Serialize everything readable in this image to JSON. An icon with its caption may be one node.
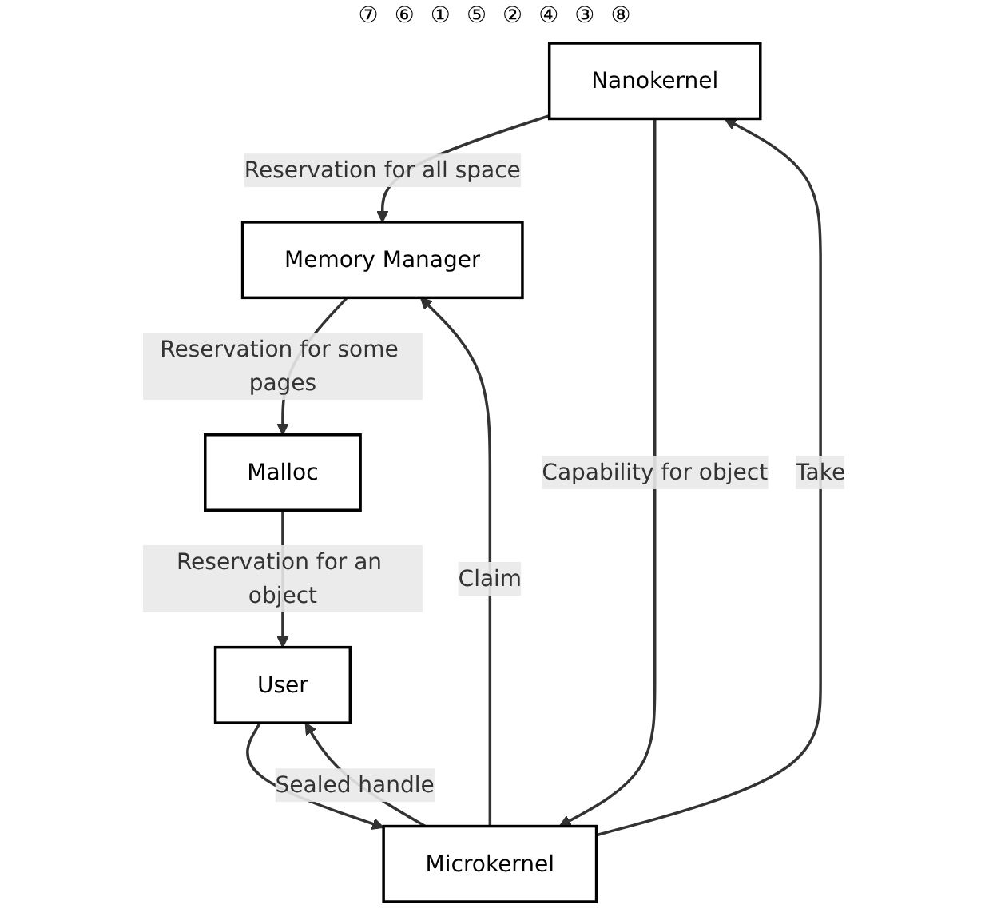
{
  "diagram": {
    "nodes": [
      {
        "text": [
          "Nanokernel"
        ]
      },
      {
        "text": [
          "Memory Manager"
        ]
      },
      {
        "text": [
          "Malloc"
        ]
      },
      {
        "text": [
          "Microkernel"
        ]
      },
      {
        "text": [
          "User"
        ]
      }
    ],
    "edges": [
      {
        "from": 0,
        "to": 1,
        "arrow": "to",
        "label": "Reservation for all space"
      },
      {
        "from": 1,
        "to": 2,
        "arrow": "to",
        "label": "Reservation for some pages"
      },
      {
        "from": 2,
        "to": 4,
        "arrow": "to",
        "label": "Reservation for an object"
      },
      {
        "from": 4,
        "to": 3,
        "arrow": "to"
      },
      {
        "from": 3,
        "to": 1,
        "arrow": "to",
        "label": "Claim"
      },
      {
        "from": 3,
        "to": 0,
        "arrow": "to",
        "label": "Take"
      },
      {
        "from": 0,
        "to": 3,
        "arrow": "to",
        "label": "Capability for object"
      },
      {
        "from": 3,
        "to": 4,
        "arrow": "to",
        "label": "Sealed handle"
      }
    ],
    "labels": [
      "⑦",
      "⑥",
      "①",
      "⑤",
      "②",
      "④",
      "③",
      "⑧"
    ]
  }
}
